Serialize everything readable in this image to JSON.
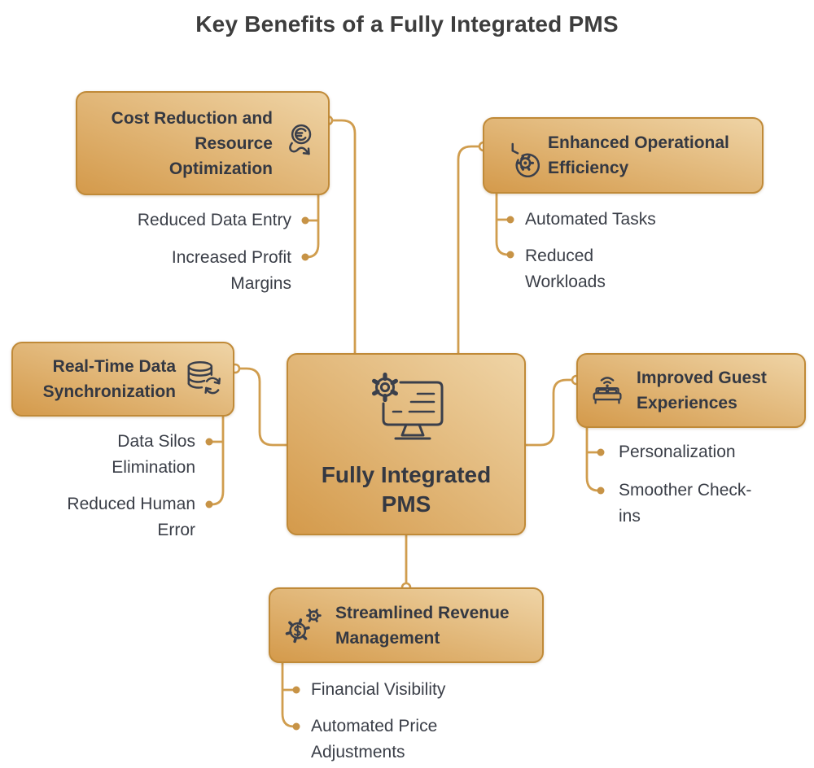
{
  "page_title": "Key Benefits of a Fully Integrated PMS",
  "center": {
    "label": "Fully Integrated\nPMS",
    "icon": "monitor-gear-icon"
  },
  "branches": {
    "cost": {
      "title": "Cost Reduction and\nResource\nOptimization",
      "icon": "coin-decrease-arrow-icon",
      "side": "left",
      "items": [
        "Reduced Data Entry",
        "Increased Profit\nMargins"
      ]
    },
    "efficiency": {
      "title": "Enhanced Operational\nEfficiency",
      "icon": "clock-gear-icon",
      "side": "right",
      "items": [
        "Automated Tasks",
        "Reduced\nWorkloads"
      ]
    },
    "sync": {
      "title": "Real-Time Data\nSynchronization",
      "icon": "database-sync-icon",
      "side": "left",
      "items": [
        "Data Silos\nElimination",
        "Reduced Human\nError"
      ]
    },
    "guest": {
      "title": "Improved Guest\nExperiences",
      "icon": "bed-wifi-icon",
      "side": "right",
      "items": [
        "Personalization",
        "Smoother Check-\nins"
      ]
    },
    "revenue": {
      "title": "Streamlined Revenue\nManagement",
      "icon": "gear-dollar-icon",
      "side": "bottom",
      "items": [
        "Financial Visibility",
        "Automated Price\nAdjustments"
      ]
    }
  },
  "colors": {
    "box_gradient_dark": "#d49a4b",
    "box_gradient_light": "#efd4a6",
    "box_border": "#c08a38",
    "connector": "#d09d4e",
    "branch_dot": "#c79346",
    "anchor_dot_fill": "#ffffff",
    "text_dark": "#343842",
    "heading_text": "#3d3d3d",
    "background": "#ffffff"
  }
}
